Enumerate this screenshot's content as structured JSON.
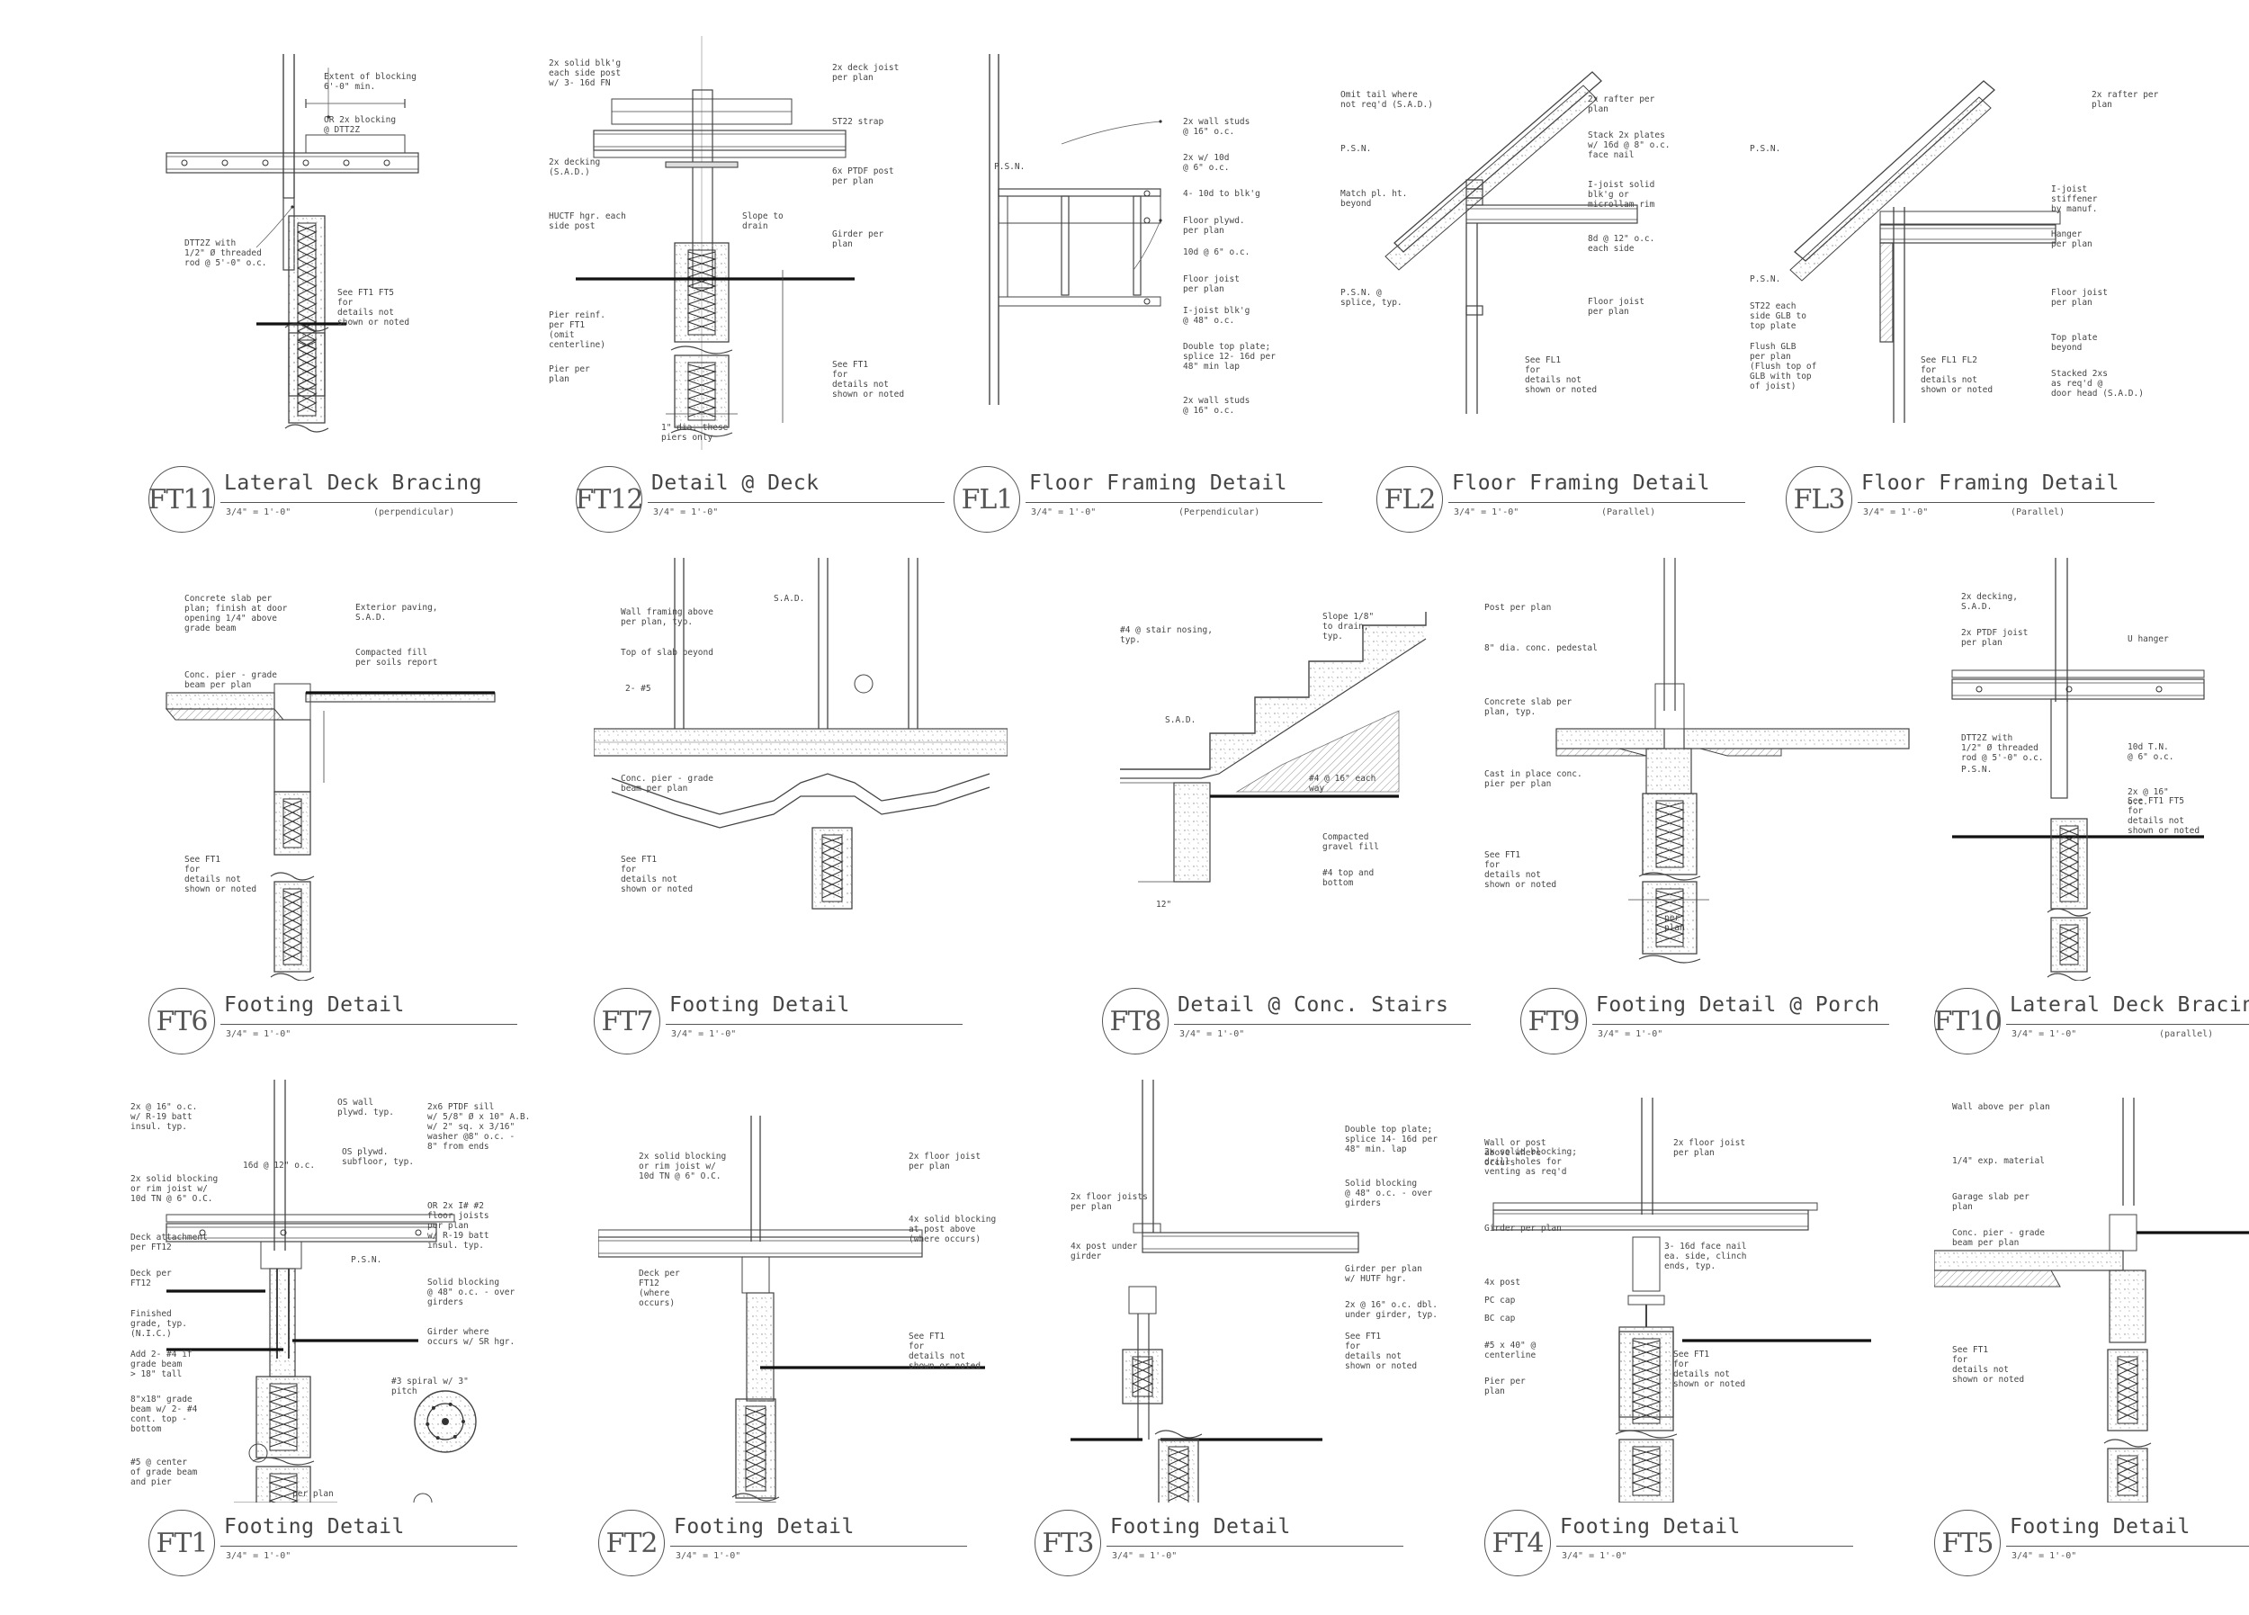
{
  "sheet": {
    "details": [
      {
        "id": "FT11",
        "title": "Lateral Deck Bracing",
        "scale": "3/4\" = 1'-0\"",
        "qualifier": "(perpendicular)",
        "notes": [
          "Extent of blocking\n6'-0\" min.",
          "OR 2x blocking\n@ DTT2Z",
          "DTT2Z with\n1/2\" Ø threaded\nrod @ 5'-0\" o.c.",
          "See FT1 FT5\nfor\ndetails not\nshown or noted"
        ]
      },
      {
        "id": "FT12",
        "title": "Detail @ Deck",
        "scale": "3/4\" = 1'-0\"",
        "qualifier": "",
        "notes": [
          "2x solid blk'g\neach side post\nw/ 3- 16d FN",
          "2x deck joist\nper plan",
          "ST22 strap",
          "2x decking\n(S.A.D.)",
          "6x PTDF post\nper plan",
          "HUCTF hgr. each\nside post",
          "Slope to\ndrain",
          "Girder per\nplan",
          "Pier reinf.\nper FT1\n(omit\ncenterline)",
          "Pier per\nplan",
          "1\" dia. these\npiers only",
          "See FT1\nfor\ndetails not\nshown or noted"
        ]
      },
      {
        "id": "FL1",
        "title": "Floor Framing Detail",
        "scale": "3/4\" = 1'-0\"",
        "qualifier": "(Perpendicular)",
        "notes": [
          "2x wall studs\n@ 16\" o.c.",
          "P.S.N.",
          "2x w/ 10d\n@ 6\" o.c.",
          "4- 10d to blk'g",
          "Floor plywd.\nper plan",
          "10d @ 6\" o.c.",
          "Floor joist\nper plan",
          "I-joist blk'g\n@ 48\" o.c.",
          "Double top plate;\nsplice 12- 16d per\n48\" min lap",
          "2x wall studs\n@ 16\" o.c."
        ]
      },
      {
        "id": "FL2",
        "title": "Floor Framing Detail",
        "scale": "3/4\" = 1'-0\"",
        "qualifier": "(Parallel)",
        "notes": [
          "Omit tail where\nnot req'd (S.A.D.)",
          "2x rafter per\nplan",
          "P.S.N.",
          "Stack 2x plates\nw/ 16d @ 8\" o.c.\nface nail",
          "Match pl. ht.\nbeyond",
          "I-joist solid\nblk'g or\nmicrollam rim",
          "8d @ 12\" o.c.\neach side",
          "P.S.N. @\nsplice, typ.",
          "Floor joist\nper plan",
          "See FL1\nfor\ndetails not\nshown or noted"
        ]
      },
      {
        "id": "FL3",
        "title": "Floor Framing Detail",
        "scale": "3/4\" = 1'-0\"",
        "qualifier": "(Parallel)",
        "notes": [
          "2x rafter per\nplan",
          "P.S.N.",
          "I-joist\nstiffener\nby manuf.",
          "Hanger\nper plan",
          "P.S.N.",
          "Floor joist\nper plan",
          "ST22 each\nside GLB to\ntop plate",
          "Top plate\nbeyond",
          "Flush GLB\nper plan\n(Flush top of\nGLB with top\nof joist)",
          "See FL1 FL2\nfor\ndetails not\nshown or noted",
          "Stacked 2xs\nas req'd @\ndoor head (S.A.D.)"
        ]
      },
      {
        "id": "FT6",
        "title": "Footing Detail",
        "scale": "3/4\" = 1'-0\"",
        "qualifier": "",
        "notes": [
          "Concrete slab per\nplan; finish at door\nopening 1/4\" above\ngrade beam",
          "Exterior paving,\nS.A.D.",
          "Compacted fill\nper soils report",
          "Conc. pier - grade\nbeam per plan",
          "See FT1\nfor\ndetails not\nshown or noted"
        ]
      },
      {
        "id": "FT7",
        "title": "Footing Detail",
        "scale": "3/4\" = 1'-0\"",
        "qualifier": "",
        "notes": [
          "Wall framing above\nper plan, typ.",
          "S.A.D.",
          "Top of slab beyond",
          "2- #5",
          "Conc. pier - grade\nbeam per plan",
          "See FT1\nfor\ndetails not\nshown or noted"
        ]
      },
      {
        "id": "FT8",
        "title": "Detail @ Conc. Stairs",
        "scale": "3/4\" = 1'-0\"",
        "qualifier": "",
        "notes": [
          "#4 @ stair nosing,\ntyp.",
          "Slope 1/8\"\nto drain,\ntyp.",
          "S.A.D.",
          "#4 @ 16\" each\nway",
          "Compacted\ngravel fill",
          "#4 top and\nbottom",
          "12\""
        ]
      },
      {
        "id": "FT9",
        "title": "Footing Detail @ Porch",
        "scale": "3/4\" = 1'-0\"",
        "qualifier": "",
        "notes": [
          "Post per plan",
          "8\" dia. conc. pedestal",
          "Concrete slab per\nplan, typ.",
          "Cast in place conc.\npier per plan",
          "See FT1\nfor\ndetails not\nshown or noted",
          "per\nplan"
        ]
      },
      {
        "id": "FT10",
        "title": "Lateral Deck Bracing",
        "scale": "3/4\" = 1'-0\"",
        "qualifier": "(parallel)",
        "notes": [
          "2x decking,\nS.A.D.",
          "2x PTDF joist\nper plan",
          "U hanger",
          "DTT2Z with\n1/2\" Ø threaded\nrod @ 5'-0\" o.c.",
          "10d T.N.\n@ 6\" o.c.",
          "P.S.N.",
          "2x @ 16\"\no.c.",
          "See FT1 FT5\nfor\ndetails not\nshown or noted"
        ]
      },
      {
        "id": "FT1",
        "title": "Footing Detail",
        "scale": "3/4\" = 1'-0\"",
        "qualifier": "",
        "notes": [
          "2x @ 16\" o.c.\nw/ R-19 batt\ninsul. typ.",
          "OS wall\nplywd. typ.",
          "2x6 PTDF sill\nw/ 5/8\" Ø x 10\" A.B.\nw/ 2\" sq. x 3/16\"\nwasher @8\" o.c. -\n8\" from ends",
          "2x solid blocking\nor rim joist w/\n10d TN @ 6\" O.C.",
          "16d @ 12\" o.c.",
          "OS plywd.\nsubfloor, typ.",
          "Deck attachment\nper FT12",
          "OR 2x I# #2\nfloor joists\nper plan\nw/ R-19 batt\ninsul. typ.",
          "P.S.N.",
          "Deck per\nFT12",
          "Solid blocking\n@ 48\" o.c. - over\ngirders",
          "Finished\ngrade, typ.\n(N.I.C.)",
          "Girder where\noccurs w/ SR hgr.",
          "Add 2- #4 if\ngrade beam\n> 18\" tall",
          "8\"x18\" grade\nbeam w/ 2- #4\ncont. top -\nbottom",
          "#5 @ center\nof grade beam\nand pier",
          "#3 spiral w/ 3\"\npitch",
          "per plan"
        ]
      },
      {
        "id": "FT2",
        "title": "Footing Detail",
        "scale": "3/4\" = 1'-0\"",
        "qualifier": "",
        "notes": [
          "2x solid blocking\nor rim joist w/\n10d TN @ 6\" O.C.",
          "2x floor joist\nper plan",
          "4x solid blocking\nat post above\n(where occurs)",
          "Deck per\nFT12\n(where\noccurs)",
          "See FT1\nfor\ndetails not\nshown or noted"
        ]
      },
      {
        "id": "FT3",
        "title": "Footing Detail",
        "scale": "3/4\" = 1'-0\"",
        "qualifier": "",
        "notes": [
          "2x floor joists\nper plan",
          "Double top plate;\nsplice 14- 16d per\n48\" min. lap",
          "Solid blocking\n@ 48\" o.c. - over\ngirders",
          "4x post under\ngirder",
          "Girder per plan\nw/ HUTF hgr.",
          "2x @ 16\" o.c. dbl.\nunder girder, typ.",
          "See FT1\nfor\ndetails not\nshown or noted"
        ]
      },
      {
        "id": "FT4",
        "title": "Footing Detail",
        "scale": "3/4\" = 1'-0\"",
        "qualifier": "",
        "notes": [
          "Wall or post\nabove where\noccurs",
          "2x solid blocking;\ndrill holes for\nventing as req'd",
          "2x floor joist\nper plan",
          "Girder per plan",
          "3- 16d face nail\nea. side, clinch\nends, typ.",
          "4x post",
          "PC cap",
          "BC cap",
          "#5 x 40\" @\ncenterline",
          "Pier per\nplan",
          "See FT1\nfor\ndetails not\nshown or noted"
        ]
      },
      {
        "id": "FT5",
        "title": "Footing Detail",
        "scale": "3/4\" = 1'-0\"",
        "qualifier": "",
        "notes": [
          "Wall above per plan",
          "1/4\" exp. material",
          "Garage slab per\nplan",
          "Conc. pier - grade\nbeam per plan",
          "See FT1\nfor\ndetails not\nshown or noted"
        ]
      }
    ]
  }
}
